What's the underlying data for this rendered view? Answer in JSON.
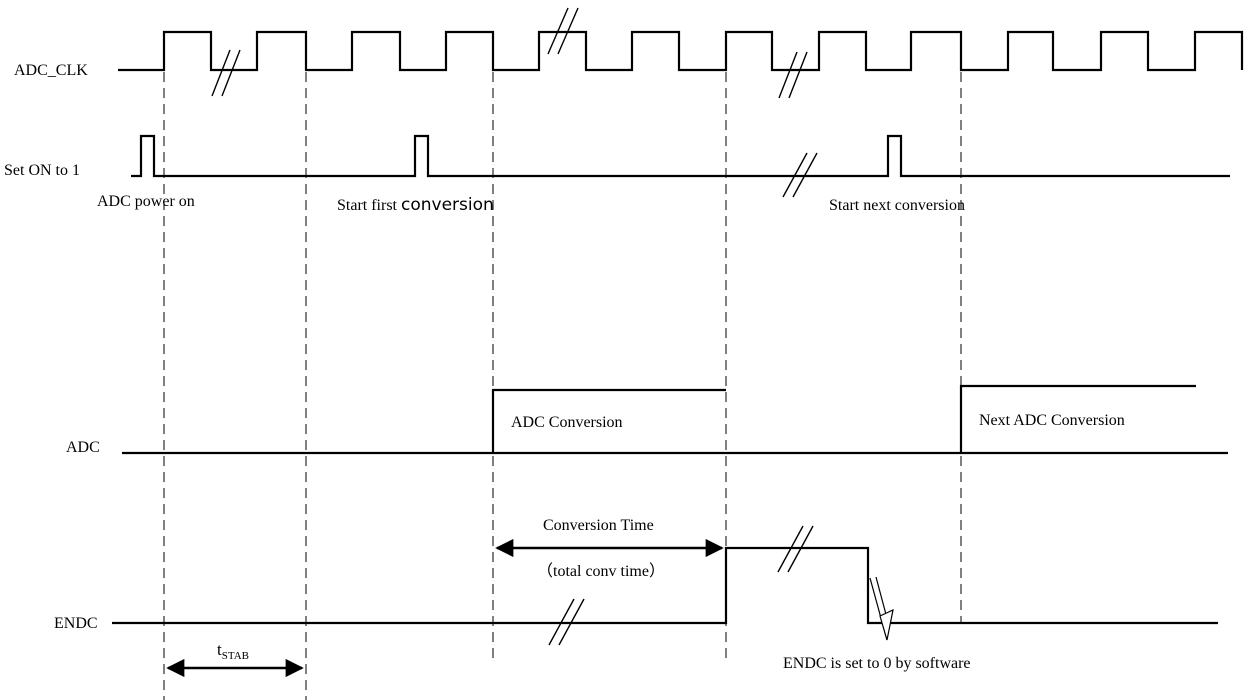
{
  "signals": {
    "adc_clk": "ADC_CLK",
    "set_on": "Set ON to 1",
    "adc": "ADC",
    "endc": "ENDC"
  },
  "annotations": {
    "power_on": "ADC power on",
    "start_first_prefix": "Start first ",
    "start_first_suffix": "conversion",
    "start_next": "Start next conversion",
    "adc_conversion": "ADC Conversion",
    "next_adc_conversion": "Next ADC Conversion",
    "conversion_time": "Conversion Time",
    "total_conv_time": "（total conv time）",
    "endc_cleared": "ENDC is set to 0 by software",
    "tstab_main": "t",
    "tstab_sub": "STAB"
  },
  "colors": {
    "ink": "#000000",
    "background": "#ffffff"
  }
}
